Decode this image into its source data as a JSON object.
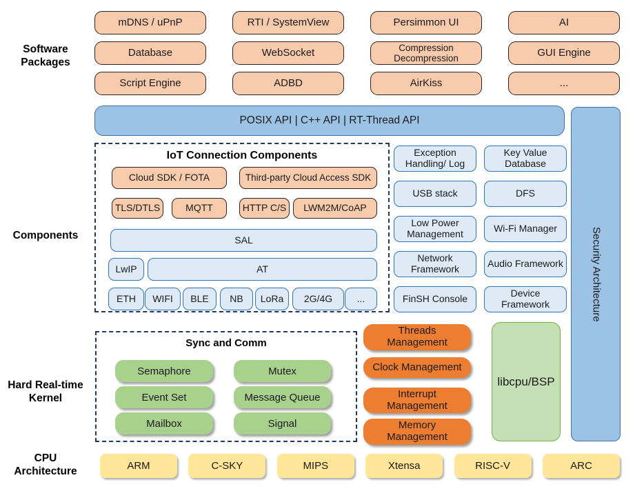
{
  "labels": {
    "software_packages": "Software Packages",
    "components": "Components",
    "kernel": "Hard Real-time Kernel",
    "cpu": "CPU Architecture"
  },
  "software": {
    "rows": [
      [
        "mDNS / uPnP",
        "RTI / SystemView",
        "Persimmon UI",
        "AI"
      ],
      [
        "Database",
        "WebSocket",
        "Compression Decompression",
        "GUI Engine"
      ],
      [
        "Script Engine",
        "ADBD",
        "AirKiss",
        "..."
      ]
    ]
  },
  "api_bar": {
    "label": "POSIX API  |  C++ API  |  RT-Thread API"
  },
  "security": {
    "label": "Security Architecture"
  },
  "iot": {
    "title": "IoT Connection Components",
    "sdk_row": [
      "Cloud SDK / FOTA",
      "Third-party Cloud Access SDK"
    ],
    "protocols": [
      "TLS/DTLS",
      "MQTT",
      "HTTP C/S",
      "LWM2M/CoAP"
    ],
    "sal": "SAL",
    "lwip": "LwIP",
    "at": "AT",
    "links": [
      "ETH",
      "WIFI",
      "BLE",
      "NB",
      "LoRa",
      "2G/4G",
      "..."
    ]
  },
  "components_right": [
    [
      "Exception Handling/ Log",
      "Key Value Database"
    ],
    [
      "USB stack",
      "DFS"
    ],
    [
      "Low Power Management",
      "Wi-Fi Manager"
    ],
    [
      "Network Framework",
      "Audio Framework"
    ],
    [
      "FinSH Console",
      "Device Framework"
    ]
  ],
  "kernel": {
    "sync_title": "Sync and Comm",
    "sync": [
      [
        "Semaphore",
        "Mutex"
      ],
      [
        "Event Set",
        "Message Queue"
      ],
      [
        "Mailbox",
        "Signal"
      ]
    ],
    "mgmt": [
      "Threads Management",
      "Clock Management",
      "Interrupt Management",
      "Memory Management"
    ],
    "libcpu": "libcpu/BSP"
  },
  "cpu": [
    "ARM",
    "C-SKY",
    "MIPS",
    "Xtensa",
    "RISC-V",
    "ARC"
  ],
  "colors": {
    "package_fill": "#F8CBAD",
    "package_border": "#262626",
    "api_bar_fill": "#9CC3E6",
    "api_bar_border": "#41719C",
    "component_fill": "#DEEBF7",
    "component_border": "#2E75B6",
    "dashed_border": "#1F3864",
    "sync_fill": "#A9D18E",
    "mgmt_fill": "#ED7D31",
    "libcpu_fill": "#C5E0B4",
    "libcpu_border": "#70AD47",
    "cpu_fill": "#FFE699"
  }
}
